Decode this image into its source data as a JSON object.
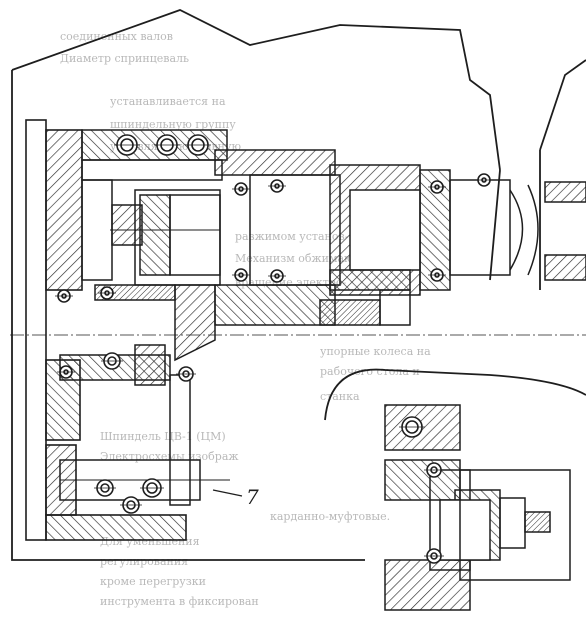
{
  "drawing": {
    "callouts": [
      {
        "id": "callout-7",
        "text": "7"
      }
    ],
    "bleed_through_text": [
      "соединенных валов",
      "Диаметр спринцеваль",
      "устанавливается на",
      "шпиндельную группу",
      "управляемую главную",
      "разжимом установ-",
      "Механизм обжимающий",
      "вращение электро-",
      "упорные колеса на",
      "рабочего стола и",
      "станка",
      "Шпиндель ЦВ-1 (ЦМ)",
      "Электросхемы изображ",
      "карданно-муфтовые.",
      "Для уменьшения",
      "регулирования",
      "кроме перегрузки",
      "инструмента в фиксирован"
    ],
    "colors": {
      "ink": "#1e1e1e",
      "hatch": "#2a2a2a",
      "paper": "#ffffff",
      "bleed": "#b9b9b9"
    }
  }
}
